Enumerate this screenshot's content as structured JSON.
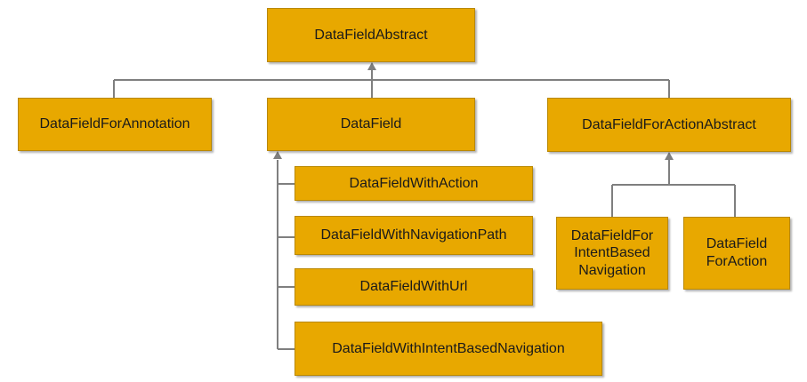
{
  "diagram": {
    "root": {
      "label": "DataFieldAbstract"
    },
    "level1": [
      {
        "label": "DataFieldForAnnotation"
      },
      {
        "label": "DataField"
      },
      {
        "label": "DataFieldForActionAbstract"
      }
    ],
    "datafield_children": [
      {
        "label": "DataFieldWithAction"
      },
      {
        "label": "DataFieldWithNavigationPath"
      },
      {
        "label": "DataFieldWithUrl"
      },
      {
        "label": "DataFieldWithIntentBasedNavigation"
      }
    ],
    "action_children": [
      {
        "label": "DataFieldFor\nIntentBased\nNavigation"
      },
      {
        "label": "DataField\nForAction"
      }
    ]
  },
  "colors": {
    "box_fill": "#e8a800",
    "box_border": "#b98800",
    "connector": "#7f7f7f",
    "text": "#1a1a1a",
    "background": "#ffffff"
  }
}
